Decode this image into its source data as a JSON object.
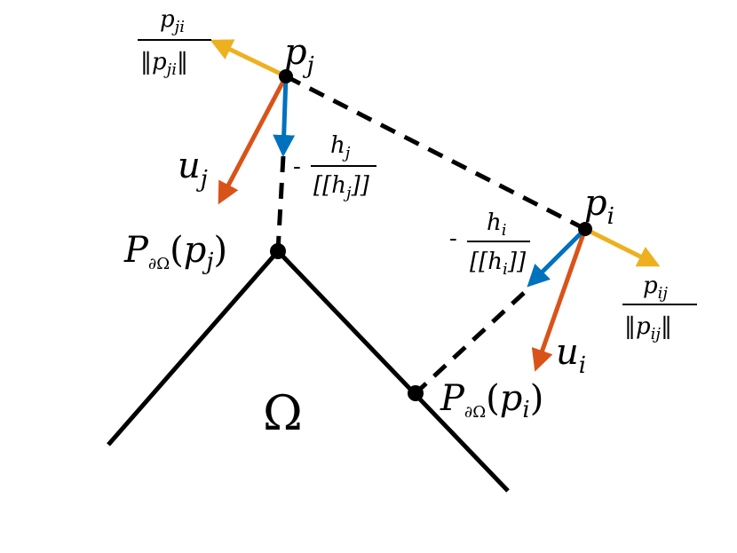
{
  "colors": {
    "line": "#000000",
    "yellow": "#EDB120",
    "orange": "#D95319",
    "blue": "#0072BD"
  },
  "labels": {
    "pj_main": "p",
    "pj_sub": "j",
    "pi_main": "p",
    "pi_sub": "i",
    "uj_main": "u",
    "uj_sub": "j",
    "ui_main": "u",
    "ui_sub": "i",
    "omega": "Ω",
    "proj_j": {
      "P": "P",
      "sub": "∂Ω",
      "arg_open": "(",
      "arg": "p",
      "arg_sub": "j",
      "arg_close": ")"
    },
    "proj_i": {
      "P": "P",
      "sub": "∂Ω",
      "arg_open": "(",
      "arg": "p",
      "arg_sub": "i",
      "arg_close": ")"
    },
    "frac_pji": {
      "num_main": "p",
      "num_sub": "ji",
      "den_main": "‖p",
      "den_sub": "ji",
      "den_close": "‖"
    },
    "frac_pij": {
      "num_main": "p",
      "num_sub": "ij",
      "den_main": "‖p",
      "den_sub": "ij",
      "den_close": "‖"
    },
    "frac_hj": {
      "sign": "-",
      "num_main": "h",
      "num_sub": "j",
      "den_main": "[[h",
      "den_sub": "j",
      "den_close": "]]"
    },
    "frac_hi": {
      "sign": "-",
      "num_main": "h",
      "num_sub": "i",
      "den_main": "[[h",
      "den_sub": "i",
      "den_close": "]]"
    }
  }
}
